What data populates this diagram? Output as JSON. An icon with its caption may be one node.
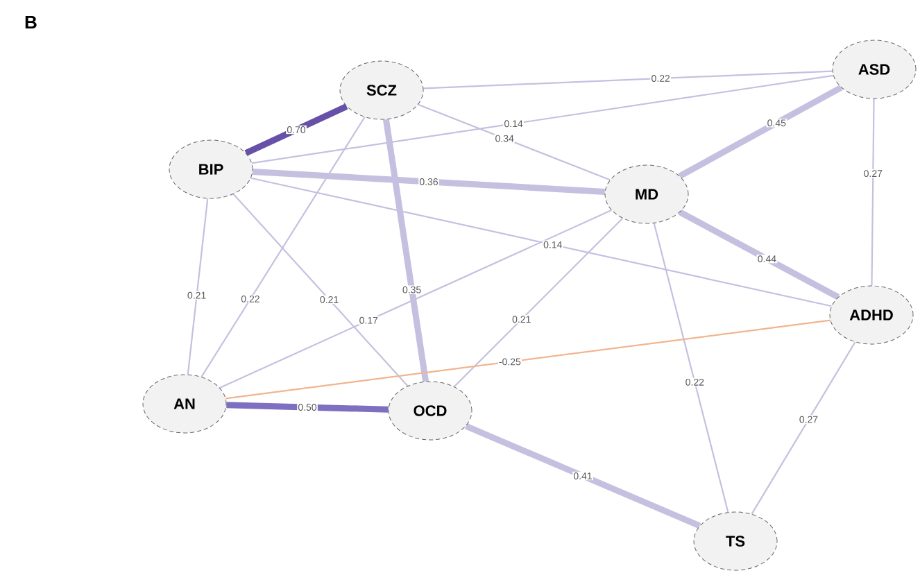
{
  "diagram": {
    "title": "B",
    "nodes": [
      {
        "text": [
          "SCZ"
        ]
      },
      {
        "text": [
          "ASD"
        ]
      },
      {
        "text": [
          "BIP"
        ]
      },
      {
        "text": [
          "MD"
        ]
      },
      {
        "text": [
          "ADHD"
        ]
      },
      {
        "text": [
          "AN"
        ]
      },
      {
        "text": [
          "OCD"
        ]
      },
      {
        "text": [
          "TS"
        ]
      }
    ],
    "edges": [
      {
        "from": 0,
        "to": 2,
        "arrow": "none",
        "label": "0.70",
        "style": "thick",
        "color": "#6650a8"
      },
      {
        "from": 0,
        "to": 1,
        "arrow": "none",
        "label": "0.22"
      },
      {
        "from": 2,
        "to": 1,
        "arrow": "none",
        "label": "0.14"
      },
      {
        "from": 0,
        "to": 3,
        "arrow": "none",
        "label": "0.34"
      },
      {
        "from": 2,
        "to": 3,
        "arrow": "none",
        "label": "0.36",
        "style": "thick"
      },
      {
        "from": 3,
        "to": 1,
        "arrow": "none",
        "label": "0.45",
        "style": "thick"
      },
      {
        "from": 1,
        "to": 4,
        "arrow": "none",
        "label": "0.27"
      },
      {
        "from": 3,
        "to": 4,
        "arrow": "none",
        "label": "0.44",
        "style": "thick"
      },
      {
        "from": 2,
        "to": 4,
        "arrow": "none",
        "label": "0.14"
      },
      {
        "from": 2,
        "to": 5,
        "arrow": "none",
        "label": "0.21"
      },
      {
        "from": 0,
        "to": 5,
        "arrow": "none",
        "label": "0.22"
      },
      {
        "from": 2,
        "to": 6,
        "arrow": "none",
        "label": "0.21"
      },
      {
        "from": 0,
        "to": 6,
        "arrow": "none",
        "label": "0.35",
        "style": "thick"
      },
      {
        "from": 5,
        "to": 3,
        "arrow": "none",
        "label": "0.17"
      },
      {
        "from": 6,
        "to": 3,
        "arrow": "none",
        "label": "0.21"
      },
      {
        "from": 5,
        "to": 4,
        "arrow": "none",
        "label": "-0.25",
        "color": "#f2b48e"
      },
      {
        "from": 5,
        "to": 6,
        "arrow": "none",
        "label": "0.50",
        "style": "thick",
        "color": "#7e6fc0"
      },
      {
        "from": 6,
        "to": 7,
        "arrow": "none",
        "label": "0.41",
        "style": "thick"
      },
      {
        "from": 3,
        "to": 7,
        "arrow": "none",
        "label": "0.22"
      },
      {
        "from": 4,
        "to": 7,
        "arrow": "none",
        "label": "0.27"
      }
    ]
  }
}
